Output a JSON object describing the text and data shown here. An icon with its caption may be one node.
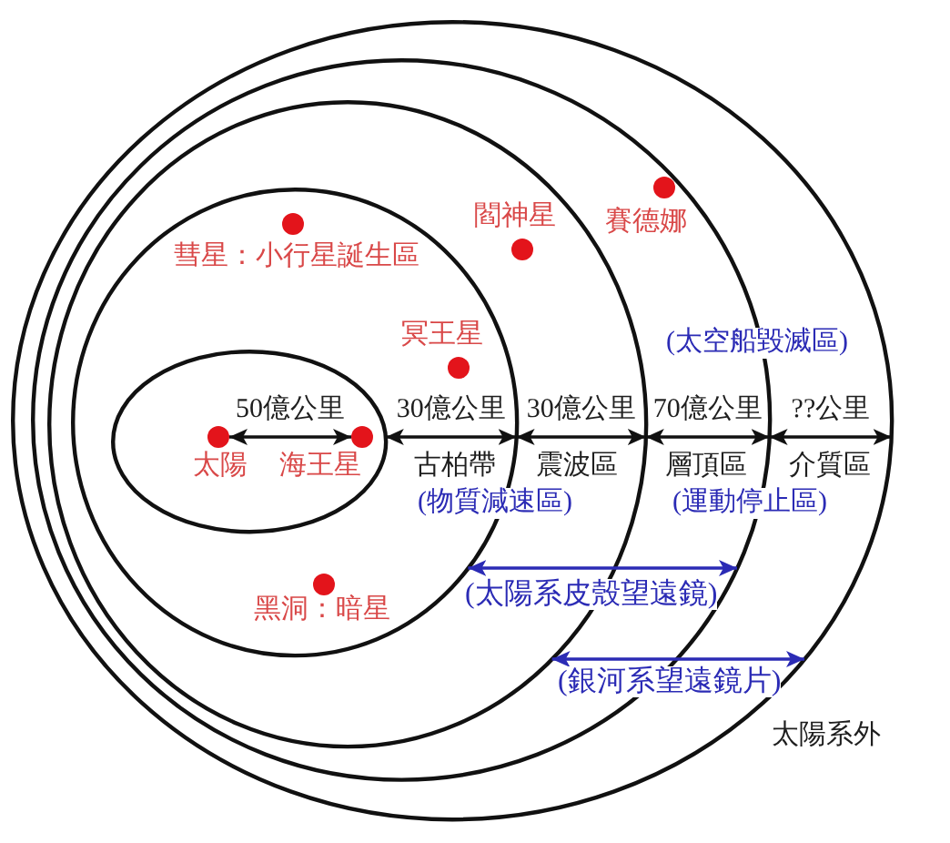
{
  "diagram": {
    "nodes": [
      {
        "text": [],
        "shape": "ellipse"
      },
      {
        "text": [],
        "shape": "ellipse",
        "in": 0
      },
      {
        "text": [],
        "shape": "ellipse",
        "in": 1
      },
      {
        "text": [],
        "shape": "ellipse",
        "in": 2
      },
      {
        "text": [],
        "shape": "ellipse",
        "in": 3
      },
      {
        "text": [
          "賽德娜"
        ],
        "in": 1
      },
      {
        "text": [
          "彗星：小行星誕生區"
        ],
        "in": 3
      },
      {
        "text": [
          "閻神星"
        ],
        "in": 2
      },
      {
        "text": [
          "冥王星"
        ],
        "in": 3
      },
      {
        "text": [
          "太陽"
        ],
        "in": 4
      },
      {
        "text": [
          "海王星"
        ],
        "in": 4
      },
      {
        "text": [
          "黑洞：暗星"
        ],
        "in": 3
      }
    ],
    "edges": [
      {
        "from": 9,
        "to": 10,
        "arrow": "both",
        "label": "50億公里"
      },
      {
        "from": 4,
        "to": 3,
        "arrow": "both",
        "label": "30億公里"
      },
      {
        "from": 3,
        "to": 2,
        "arrow": "both",
        "label": "30億公里"
      },
      {
        "from": 2,
        "to": 1,
        "arrow": "both",
        "label": "70億公里"
      },
      {
        "from": 1,
        "to": 0,
        "arrow": "both",
        "label": "??公里"
      },
      {
        "from": 3,
        "to": 1,
        "arrow": "both",
        "label": "(太陽系皮殼望遠鏡)",
        "color": "#2b2bb5"
      },
      {
        "from": 2,
        "to": 0,
        "arrow": "both",
        "label": "(銀河系望遠鏡片)",
        "color": "#2b2bb5"
      }
    ],
    "labels": [
      "(太空船毀滅區)",
      "古柏帶",
      "震波區",
      "層頂區",
      "介質區",
      "(物質減速區)",
      "(運動停止區)",
      "太陽系外"
    ]
  }
}
